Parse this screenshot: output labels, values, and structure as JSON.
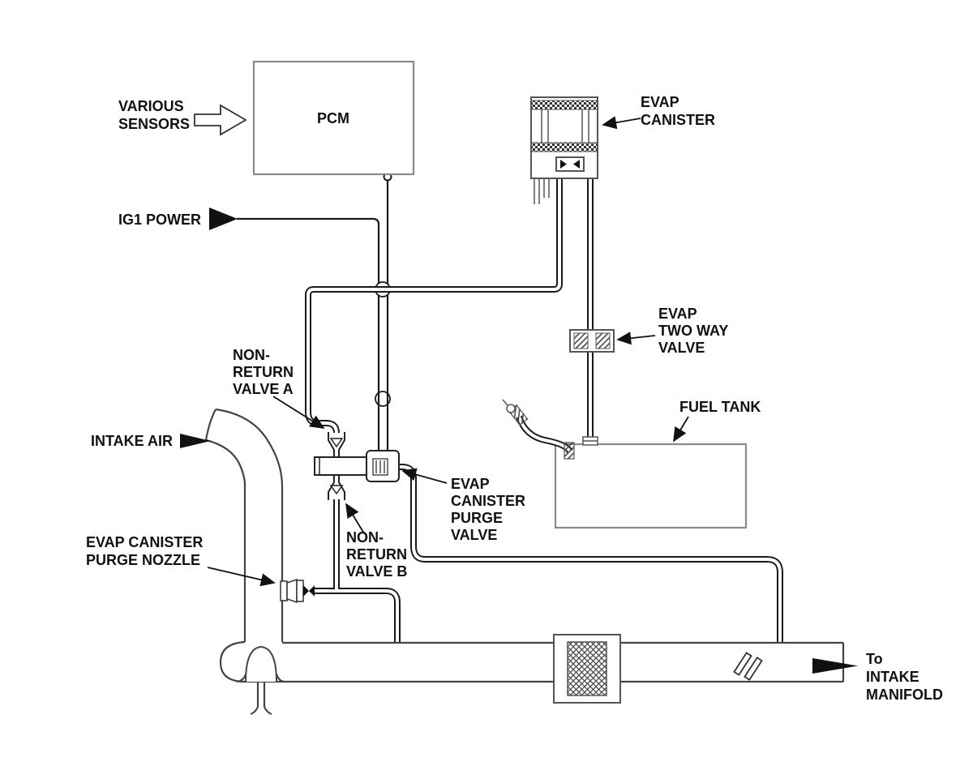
{
  "page": {
    "background": "#ffffff",
    "ink": "#1a1a1a",
    "box_stroke": "#8a8a8a"
  },
  "labels": {
    "various_sensors": {
      "lines": [
        "VARIOUS",
        "SENSORS"
      ]
    },
    "pcm": "PCM",
    "ig1_power": "IG1 POWER",
    "evap_canister": {
      "lines": [
        "EVAP",
        "CANISTER"
      ]
    },
    "evap_two_way_valve": {
      "lines": [
        "EVAP",
        "TWO WAY",
        "VALVE"
      ]
    },
    "fuel_tank": "FUEL TANK",
    "non_return_valve_a": {
      "lines": [
        "NON-",
        "RETURN",
        "VALVE A"
      ]
    },
    "intake_air": "INTAKE AIR",
    "evap_canister_purge_valve": {
      "lines": [
        "EVAP",
        "CANISTER",
        "PURGE",
        "VALVE"
      ]
    },
    "evap_canister_purge_nozzle": {
      "lines": [
        "EVAP CANISTER",
        "PURGE NOZZLE"
      ]
    },
    "non_return_valve_b": {
      "lines": [
        "NON-",
        "RETURN",
        "VALVE B"
      ]
    },
    "to_intake_manifold": {
      "lines": [
        "To",
        "INTAKE",
        "MANIFOLD"
      ]
    }
  }
}
